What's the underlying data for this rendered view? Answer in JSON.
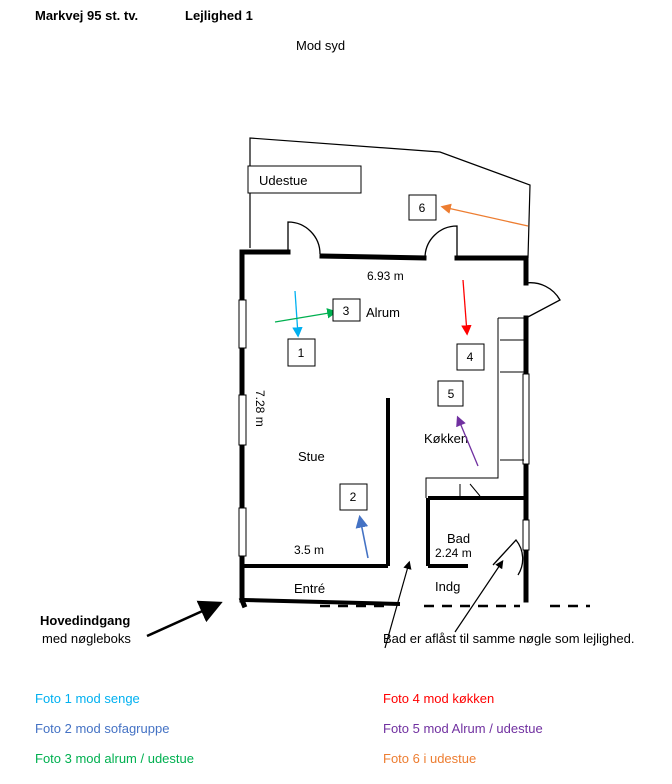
{
  "header": {
    "address": "Markvej 95 st. tv.",
    "apartment": "Lejlighed 1",
    "orientation": "Mod syd"
  },
  "rooms": {
    "udestue": "Udestue",
    "alrum": "Alrum",
    "stue": "Stue",
    "kokken": "Køkken",
    "bad": "Bad",
    "entre": "Entré",
    "indg": "Indg"
  },
  "dimensions": {
    "width_top": "6.93 m",
    "height_left": "7.28 m",
    "width_stue": "3.5 m",
    "bad": "2.24 m"
  },
  "markers": [
    "1",
    "2",
    "3",
    "4",
    "5",
    "6"
  ],
  "annotations": {
    "main_entrance_title": "Hovedindgang",
    "main_entrance_sub": "med nøgleboks",
    "bath_note": "Bad er aflåst til samme nøgle som lejlighed."
  },
  "legend": [
    {
      "label": "Foto 1 mod senge",
      "color": "#00B0F0"
    },
    {
      "label": "Foto 2 mod sofagruppe",
      "color": "#4472C4"
    },
    {
      "label": "Foto 3 mod alrum / udestue",
      "color": "#00B050"
    },
    {
      "label": "Foto 4 mod køkken",
      "color": "#FF0000"
    },
    {
      "label": "Foto 5 mod Alrum / udestue",
      "color": "#7030A0"
    },
    {
      "label": "Foto 6  i udestue",
      "color": "#ED7D31"
    }
  ]
}
